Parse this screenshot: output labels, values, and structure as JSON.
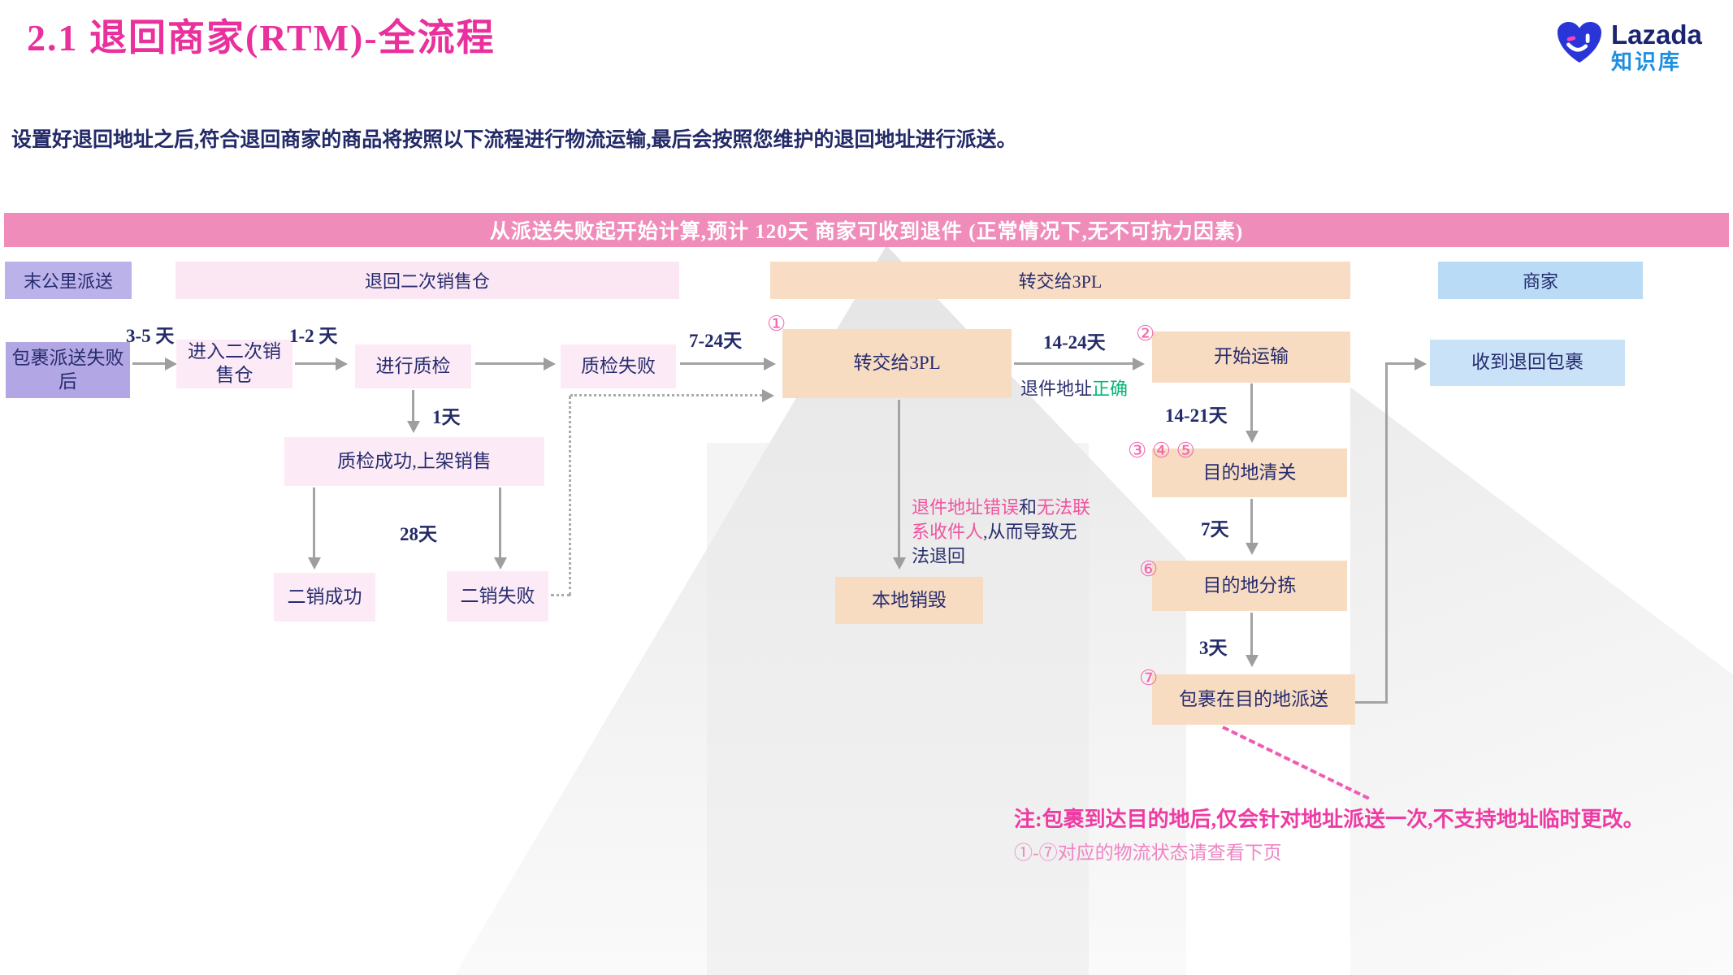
{
  "page": {
    "title": "2.1 退回商家(RTM)-全流程",
    "subtitle": "设置好退回地址之后,符合退回商家的商品将按照以下流程进行物流运输,最后会按照您维护的退回地址进行派送。",
    "banner": "从派送失败起开始计算,预计 120天 商家可收到退件 (正常情况下,无不可抗力因素)"
  },
  "logo": {
    "brand": "Lazada",
    "sub": "知识库"
  },
  "lanes": {
    "last_mile": "末公里派送",
    "resale_warehouse": "退回二次销售仓",
    "handover_3pl": "转交给3PL",
    "merchant": "商家"
  },
  "nodes": {
    "parcel_failed": "包裹派送失败后",
    "enter_resale": "进入二次销售仓",
    "qc": "进行质检",
    "qc_failed": "质检失败",
    "handover_3pl": "转交给3PL",
    "start_transport": "开始运输",
    "receive_parcel": "收到退回包裹",
    "qc_success": "质检成功,上架销售",
    "resale_success": "二销成功",
    "resale_failed": "二销失败",
    "local_destroy": "本地销毁",
    "customs": "目的地清关",
    "sorting": "目的地分拣",
    "delivery": "包裹在目的地派送"
  },
  "durations": {
    "d35": "3-5 天",
    "d12": "1-2 天",
    "d724": "7-24天",
    "d1424": "14-24天",
    "d1421": "14-21天",
    "d1": "1天",
    "d28": "28天",
    "d7": "7天",
    "d3": "3天"
  },
  "markers": {
    "m1": "①",
    "m2": "②",
    "m345": "③ ④ ⑤",
    "m6": "⑥",
    "m7": "⑦"
  },
  "annotations": {
    "address_ok_prefix": "退件地址",
    "address_ok_word": "正确",
    "wrong_p1": "退件地址错误",
    "wrong_mid": "和",
    "wrong_p2": "无法联系收件人",
    "wrong_rest": ",从而导致无法退回",
    "note_bold": "注:包裹到达目的地后,仅会针对地址派送一次,不支持地址临时更改。",
    "note_sub": "①-⑦对应的物流状态请查看下页"
  },
  "colors": {
    "title_pink": "#e9309c",
    "navy_text": "#272c6e",
    "banner_bg": "#ef8cba",
    "purple_box": "#b2a7e4",
    "pink_box": "#fcebf6",
    "orange_box": "#f7dcc2",
    "blue_box": "#c9e2f8",
    "green_ok": "#00b873",
    "marker_pink": "#f268b0",
    "arrow_gray": "#a3a3a3",
    "note_pink": "#ee3ba3",
    "note_sub_pink": "#ee85c3",
    "logo_heart_blue": "#2a35d8",
    "logo_navy": "#1b2470",
    "logo_light_blue": "#1d8fe1"
  }
}
